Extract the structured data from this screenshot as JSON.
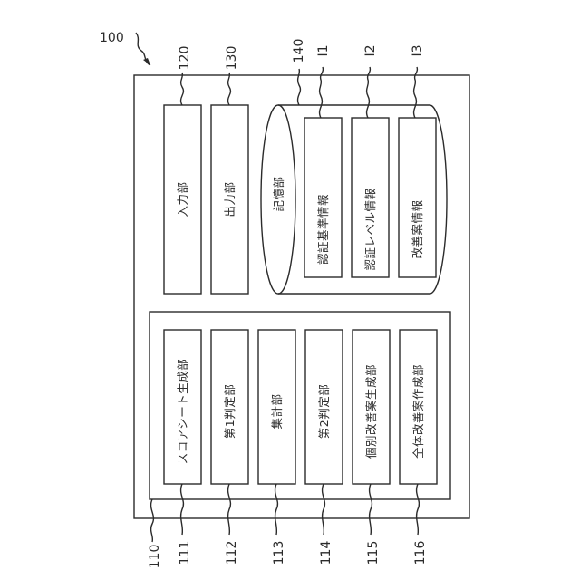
{
  "diagram": {
    "system_ref": "100",
    "controller_ref": "110",
    "units": [
      {
        "ref": "111",
        "label": "スコアシート生成部"
      },
      {
        "ref": "112",
        "label": "第1判定部"
      },
      {
        "ref": "113",
        "label": "集計部"
      },
      {
        "ref": "114",
        "label": "第2判定部"
      },
      {
        "ref": "115",
        "label": "個別改善案生成部"
      },
      {
        "ref": "116",
        "label": "全体改善案作成部"
      }
    ],
    "input_unit": {
      "ref": "120",
      "label": "入力部"
    },
    "output_unit": {
      "ref": "130",
      "label": "出力部"
    },
    "storage": {
      "ref": "140",
      "label": "記憶部",
      "items": [
        {
          "ref": "I1",
          "label": "認証基準情報"
        },
        {
          "ref": "I2",
          "label": "認証レベル情報"
        },
        {
          "ref": "I3",
          "label": "改善案情報"
        }
      ]
    }
  }
}
